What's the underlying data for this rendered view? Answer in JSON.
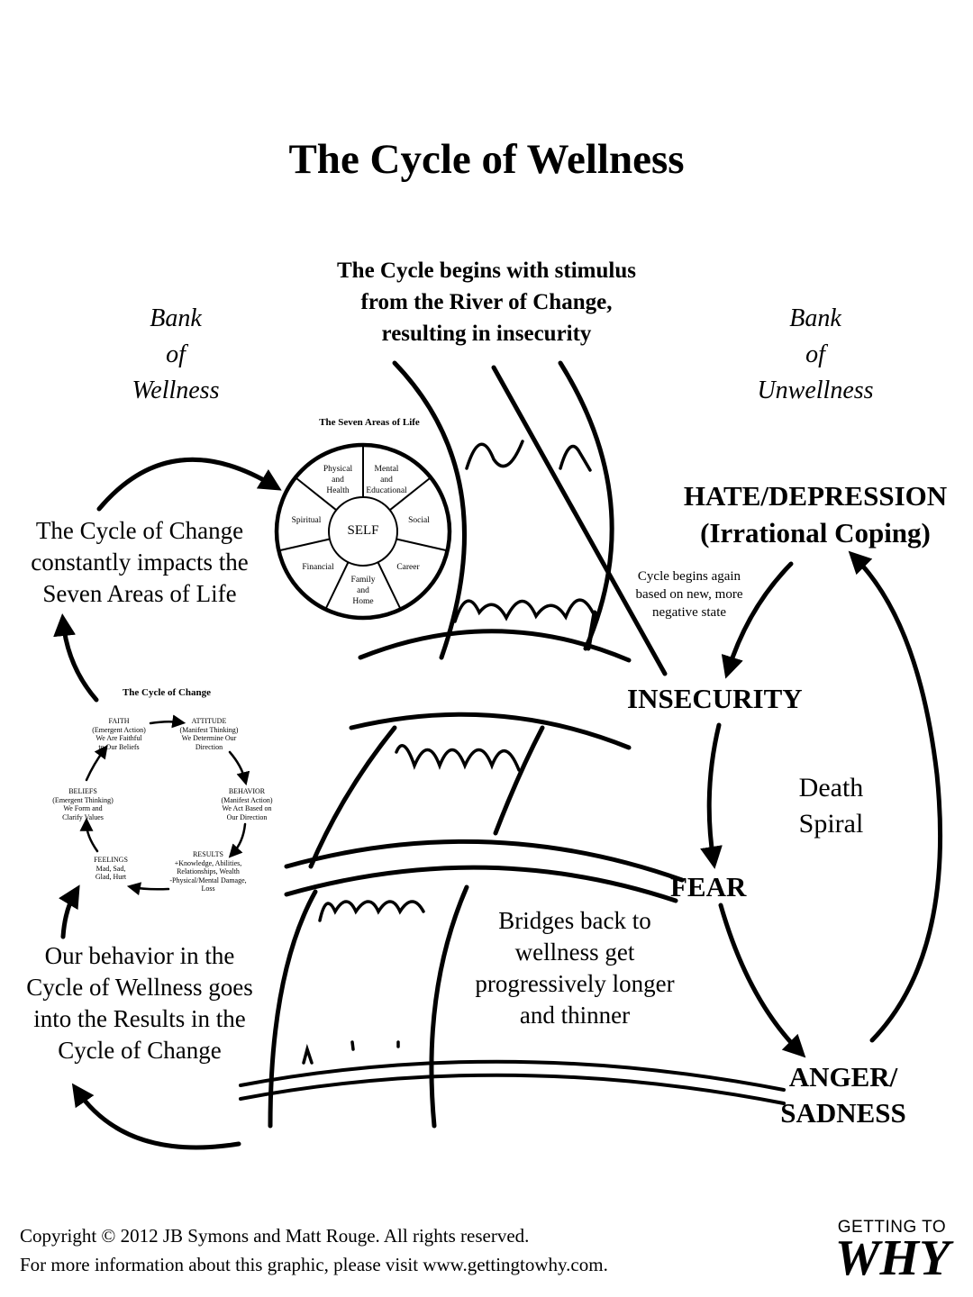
{
  "title": "The Cycle of Wellness",
  "stimulus": [
    "The Cycle begins with stimulus",
    "from the River of Change,",
    "resulting in insecurity"
  ],
  "bank_left": [
    "Bank",
    "of",
    "Wellness"
  ],
  "bank_right": [
    "Bank",
    "of",
    "Unwellness"
  ],
  "seven_areas": {
    "title": "The Seven Areas of Life",
    "center": "SELF",
    "segments": [
      [
        "Physical",
        "and",
        "Health"
      ],
      [
        "Mental",
        "and",
        "Educational"
      ],
      [
        "Social"
      ],
      [
        "Career"
      ],
      [
        "Family",
        "and",
        "Home"
      ],
      [
        "Financial"
      ],
      [
        "Spiritual"
      ]
    ]
  },
  "cycle_of_change_note": [
    "The Cycle of Change",
    "constantly impacts the",
    "Seven Areas of Life"
  ],
  "cycle_of_change": {
    "title": "The Cycle of Change",
    "faith": [
      "FAITH",
      "(Emergent Action)",
      "We Are Faithful",
      "to Our Beliefs"
    ],
    "attitude": [
      "ATTITUDE",
      "(Manifest Thinking)",
      "We Determine Our",
      "Direction"
    ],
    "behavior": [
      "BEHAVIOR",
      "(Manifest Action)",
      "We Act Based on",
      "Our Direction"
    ],
    "results": [
      "RESULTS",
      "+Knowledge, Abilities,",
      "Relationships, Wealth",
      "-Physical/Mental Damage,",
      "Loss"
    ],
    "feelings": [
      "FEELINGS",
      "Mad, Sad,",
      "Glad, Hurt"
    ],
    "beliefs": [
      "BELIEFS",
      "(Emergent Thinking)",
      "We Form and",
      "Clarify Values"
    ]
  },
  "behavior_note": [
    "Our behavior in the",
    "Cycle of Wellness goes",
    "into the Results in the",
    "Cycle of Change"
  ],
  "states": {
    "hate": [
      "HATE/DEPRESSION",
      "(Irrational Coping)"
    ],
    "insecurity": "INSECURITY",
    "fear": "FEAR",
    "anger": [
      "ANGER/",
      "SADNESS"
    ]
  },
  "cycle_again_note": [
    "Cycle begins again",
    "based on new, more",
    "negative state"
  ],
  "death_spiral": [
    "Death",
    "Spiral"
  ],
  "bridges_note": [
    "Bridges back to",
    "wellness get",
    "progressively longer",
    "and thinner"
  ],
  "copyright": [
    "Copyright © 2012 JB Symons and Matt Rouge. All rights reserved.",
    "For more information about this graphic, please visit www.gettingtowhy.com."
  ],
  "logo": {
    "top": "GETTING TO",
    "bottom": "WHY"
  }
}
